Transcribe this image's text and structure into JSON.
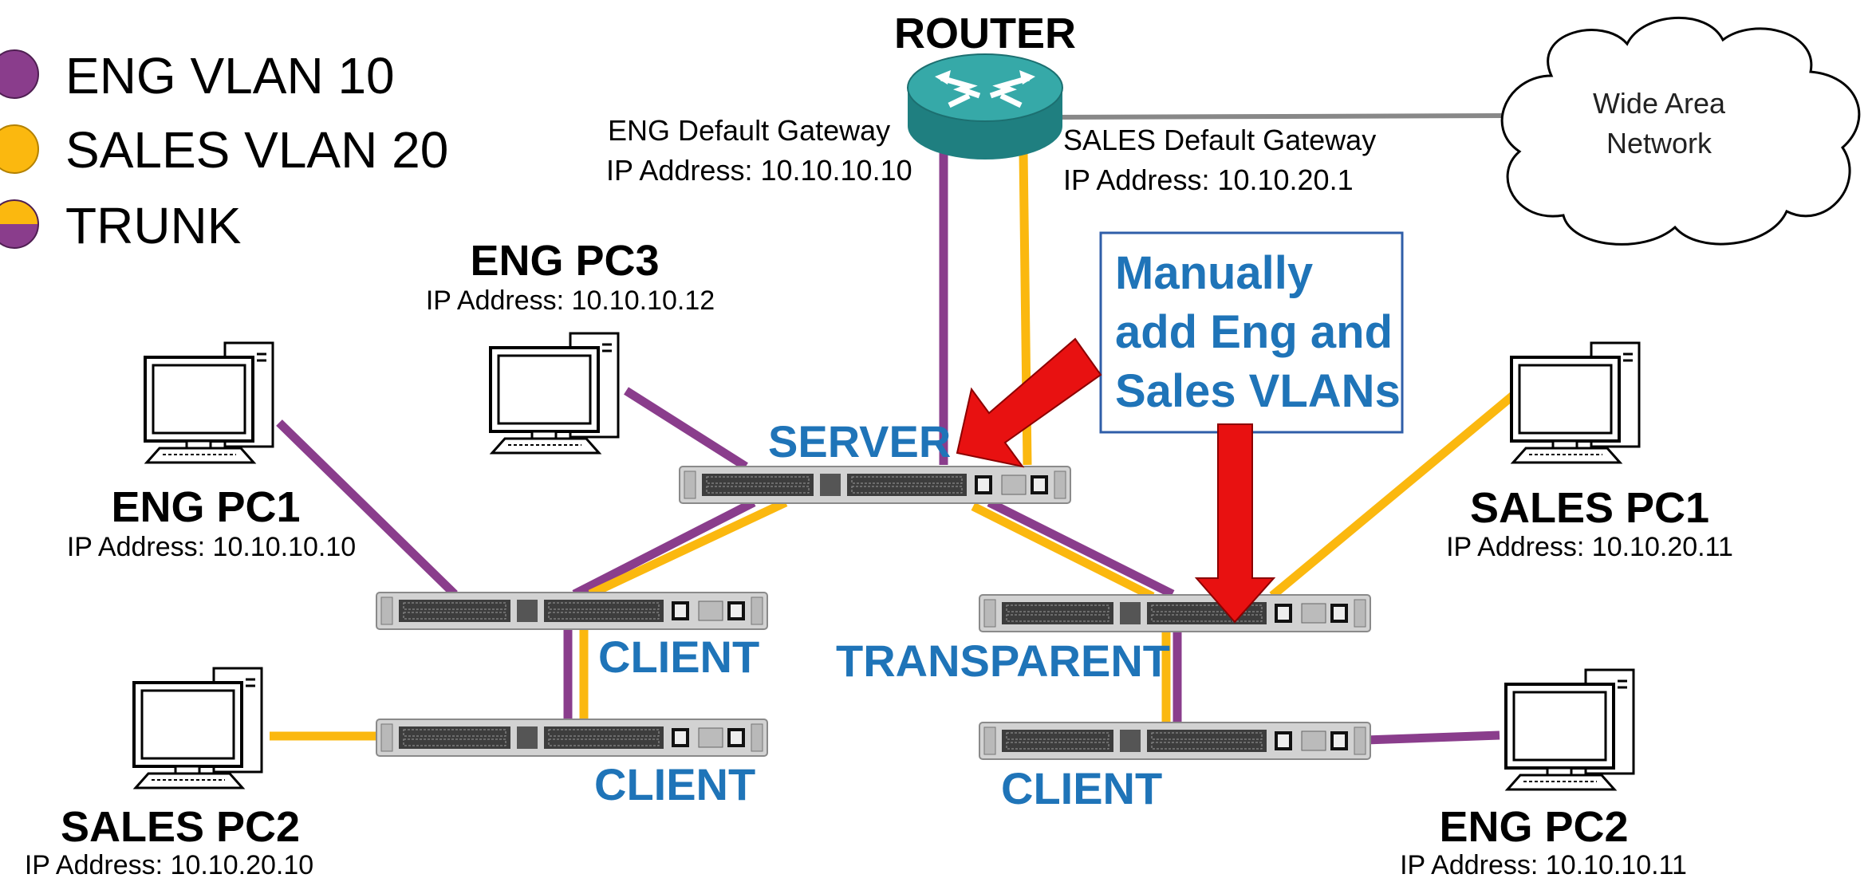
{
  "colors": {
    "eng": "#8a3d8c",
    "sales": "#fbb80f",
    "role": "#1f74b8",
    "arrow": "#e81111",
    "router": "#2a9a9a"
  },
  "legend": {
    "eng": "ENG VLAN 10",
    "sales": "SALES VLAN 20",
    "trunk": "TRUNK"
  },
  "router": {
    "title": "ROUTER",
    "eng_gw_line1": "ENG Default Gateway",
    "eng_gw_line2": "IP Address: 10.10.10.10",
    "sales_gw_line1": "SALES Default Gateway",
    "sales_gw_line2": "IP Address: 10.10.20.1"
  },
  "cloud": {
    "line1": "Wide Area",
    "line2": "Network"
  },
  "callout": {
    "line1": "Manually",
    "line2": "add Eng and",
    "line3": "Sales VLANs"
  },
  "roles": {
    "server": "SERVER",
    "client_left_top": "CLIENT",
    "client_left_bottom": "CLIENT",
    "transparent": "TRANSPARENT",
    "client_right": "CLIENT"
  },
  "pcs": {
    "eng_pc3": {
      "name": "ENG PC3",
      "ip": "IP Address: 10.10.10.12"
    },
    "eng_pc1": {
      "name": "ENG PC1",
      "ip": "IP Address: 10.10.10.10"
    },
    "sales_pc2": {
      "name": "SALES PC2",
      "ip": "IP Address: 10.10.20.10"
    },
    "sales_pc1": {
      "name": "SALES PC1",
      "ip": "IP Address: 10.10.20.11"
    },
    "eng_pc2": {
      "name": "ENG PC2",
      "ip": "IP Address: 10.10.10.11"
    }
  }
}
